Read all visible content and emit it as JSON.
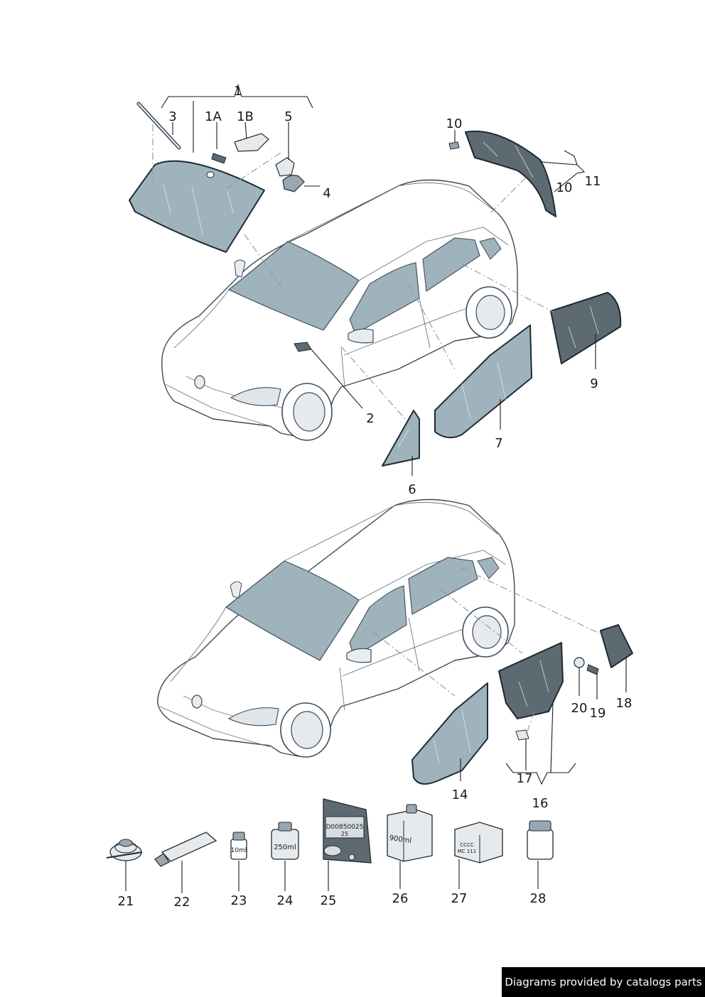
{
  "callouts": {
    "p1": "1",
    "p1a": "1A",
    "p1b": "1B",
    "p2": "2",
    "p3": "3",
    "p4": "4",
    "p5": "5",
    "p6": "6",
    "p7": "7",
    "p9": "9",
    "p10a": "10",
    "p10b": "10",
    "p11": "11",
    "p14": "14",
    "p16": "16",
    "p17": "17",
    "p18": "18",
    "p19": "19",
    "p20": "20",
    "p21": "21",
    "p22": "22",
    "p23": "23",
    "p24": "24",
    "p25": "25",
    "p26": "26",
    "p27": "27",
    "p28": "28"
  },
  "product_labels": {
    "bottle_23": "10ml",
    "can_24": "250ml",
    "bag_25_line1": "D00850025",
    "bag_25_line2": "25",
    "box_26": "900ml",
    "box_27_line1": "CCCC",
    "box_27_line2": "MC 111"
  },
  "footer": {
    "credit": "Diagrams provided by catalogs parts"
  },
  "colors": {
    "glass": "#9fb3bd",
    "glass_dark": "#5d6a72",
    "outline": "#3d4a57",
    "leader_dash": "#7f9aab"
  }
}
